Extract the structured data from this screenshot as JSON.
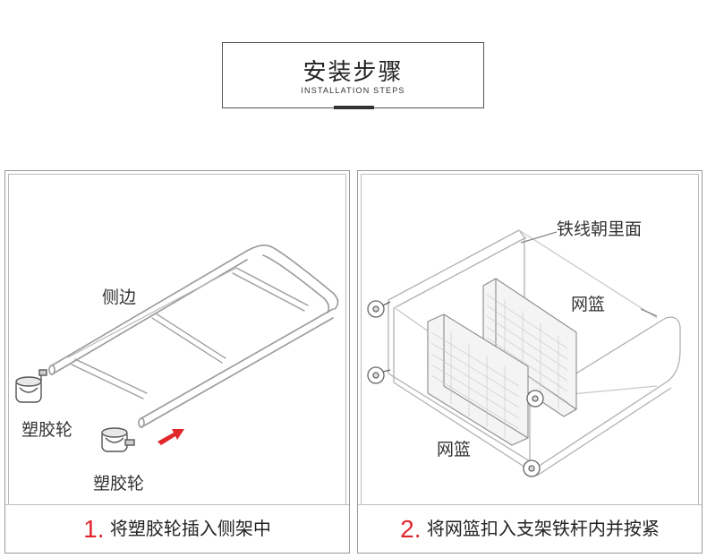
{
  "header": {
    "title": "安装步骤",
    "subtitle": "INSTALLATION STEPS"
  },
  "steps": [
    {
      "number": "1.",
      "text": "将塑胶轮插入侧架中",
      "labels": {
        "side": "侧边",
        "wheel_a": "塑胶轮",
        "wheel_b": "塑胶轮"
      }
    },
    {
      "number": "2.",
      "text": "将网篮扣入支架铁杆内并按紧",
      "labels": {
        "wire": "铁线朝里面",
        "basket_a": "网篮",
        "basket_b": "网篮"
      }
    }
  ],
  "colors": {
    "accent": "#e0272c",
    "line": "#9a9a9a"
  }
}
